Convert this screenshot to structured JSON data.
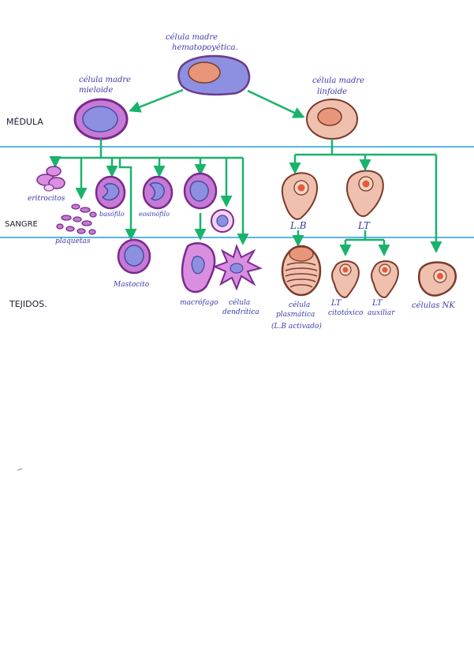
{
  "regions": {
    "medula": "MÉDULA",
    "sangre": "SANGRE",
    "tejidos": "TEJIDOS."
  },
  "stem": {
    "line1": "célula madre",
    "line2": "hematopoyética."
  },
  "myeloid": {
    "line1": "célula madre",
    "line2": "mieloide"
  },
  "lymphoid": {
    "line1": "célula madre",
    "line2": "linfoide"
  },
  "labels": {
    "eritrocitos": "eritrocitos",
    "plaquetas": "plaquetas",
    "basofilo": "basófilo",
    "eosinofilo": "eosinófilo",
    "mastocito": "Mastocito",
    "macrofago": "macrófago",
    "dendritica1": "célula",
    "dendritica2": "dendrítica",
    "lb": "L.B",
    "lt": "LT",
    "plasmatica1": "célula",
    "plasmatica2": "plasmática",
    "plasmatica3": "(L.B activado)",
    "ltc1": "LT",
    "ltc2": "citotóxico",
    "lta1": "LT",
    "lta2": "auxiliar",
    "nk": "células NK"
  },
  "colors": {
    "arrow": "#19b36b",
    "line": "#5ab4e6",
    "myeloid_outline": "#7a2a8c",
    "myeloid_fill": "#c57ad6",
    "nucleus_blue": "#8d8fe0",
    "lymph_outline": "#7a3a2a",
    "lymph_fill": "#e0a08a",
    "lymph_nucleus": "#e85a3a",
    "text": "#3a3aa8"
  }
}
